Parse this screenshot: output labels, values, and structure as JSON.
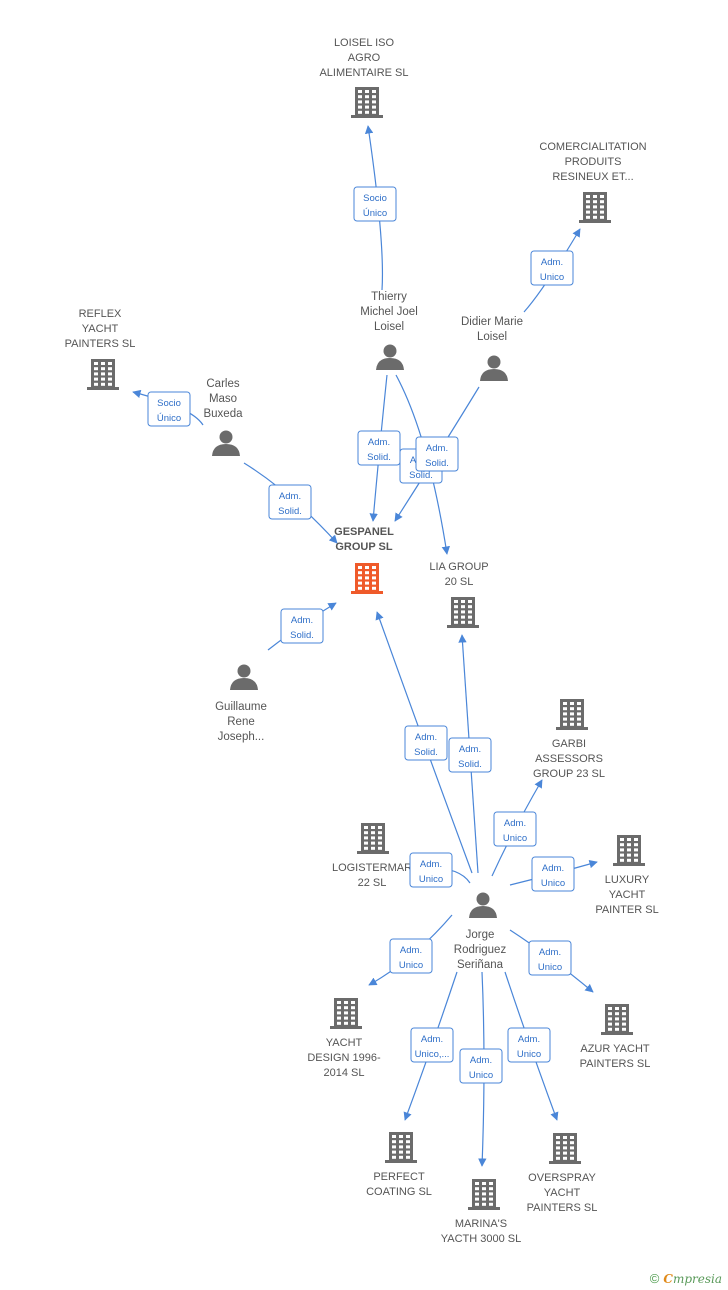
{
  "colors": {
    "edge": "#4a86d8",
    "building": "#6b6b6b",
    "building_main": "#ef5a2a",
    "person": "#6b6b6b"
  },
  "nodes": [
    {
      "id": "gespanel",
      "kind": "building",
      "main": true,
      "lines": [
        "GESPANEL",
        "GROUP SL"
      ]
    },
    {
      "id": "loisel_iso",
      "kind": "building",
      "lines": [
        "LOISEL ISO",
        "AGRO",
        "ALIMENTAIRE  SL"
      ]
    },
    {
      "id": "comercialitation",
      "kind": "building",
      "lines": [
        "COMERCIALITATION",
        "PRODUITS",
        "RESINEUX ET..."
      ]
    },
    {
      "id": "reflex",
      "kind": "building",
      "lines": [
        "REFLEX",
        "YACHT",
        "PAINTERS SL"
      ]
    },
    {
      "id": "lia",
      "kind": "building",
      "lines": [
        "LIA GROUP",
        "20  SL"
      ]
    },
    {
      "id": "garbi",
      "kind": "building",
      "lines": [
        "GARBI",
        "ASSESSORS",
        "GROUP 23  SL"
      ]
    },
    {
      "id": "logistermar",
      "kind": "building",
      "lines": [
        "LOGISTERMAR",
        "22 SL"
      ]
    },
    {
      "id": "luxury",
      "kind": "building",
      "lines": [
        "LUXURY",
        "YACHT",
        "PAINTER  SL"
      ]
    },
    {
      "id": "yacht_design",
      "kind": "building",
      "lines": [
        "YACHT",
        "DESIGN 1996-",
        "2014  SL"
      ]
    },
    {
      "id": "azur",
      "kind": "building",
      "lines": [
        "AZUR YACHT",
        "PAINTERS  SL"
      ]
    },
    {
      "id": "perfect",
      "kind": "building",
      "lines": [
        "PERFECT",
        "COATING SL"
      ]
    },
    {
      "id": "marinas",
      "kind": "building",
      "lines": [
        "MARINA'S",
        "YACTH 3000 SL"
      ]
    },
    {
      "id": "overspray",
      "kind": "building",
      "lines": [
        "OVERSPRAY",
        "YACHT",
        "PAINTERS SL"
      ]
    },
    {
      "id": "thierry",
      "kind": "person",
      "lines": [
        "Thierry",
        "Michel Joel",
        "Loisel"
      ]
    },
    {
      "id": "didier",
      "kind": "person",
      "lines": [
        "Didier Marie",
        "Loisel"
      ]
    },
    {
      "id": "carles",
      "kind": "person",
      "lines": [
        "Carles",
        "Maso",
        "Buxeda"
      ]
    },
    {
      "id": "guillaume",
      "kind": "person",
      "lines": [
        "Guillaume",
        "Rene",
        "Joseph..."
      ]
    },
    {
      "id": "jorge",
      "kind": "person",
      "lines": [
        "Jorge",
        "Rodriguez",
        "Seriñana"
      ]
    }
  ],
  "edges": [
    {
      "from": "thierry",
      "to": "loisel_iso",
      "label": [
        "Socio",
        "Único"
      ]
    },
    {
      "from": "didier",
      "to": "comercialitation",
      "label": [
        "Adm.",
        "Unico"
      ]
    },
    {
      "from": "carles",
      "to": "reflex",
      "label": [
        "Socio",
        "Único"
      ]
    },
    {
      "from": "carles",
      "to": "gespanel",
      "label": [
        "Adm.",
        "Solid."
      ]
    },
    {
      "from": "thierry",
      "to": "gespanel",
      "label": [
        "Adm.",
        "Solid."
      ]
    },
    {
      "from": "didier",
      "to": "gespanel",
      "label": [
        "Adm.",
        "Solid."
      ]
    },
    {
      "from": "thierry",
      "to": "lia",
      "label": [
        "Adm.",
        "Solid."
      ]
    },
    {
      "from": "guillaume",
      "to": "gespanel",
      "label": [
        "Adm.",
        "Solid."
      ]
    },
    {
      "from": "jorge",
      "to": "gespanel",
      "label": [
        "Adm.",
        "Solid."
      ]
    },
    {
      "from": "jorge",
      "to": "lia",
      "label": [
        "Adm.",
        "Solid."
      ]
    },
    {
      "from": "jorge",
      "to": "garbi",
      "label": [
        "Adm.",
        "Unico"
      ]
    },
    {
      "from": "jorge",
      "to": "logistermar",
      "label": [
        "Adm.",
        "Unico"
      ]
    },
    {
      "from": "jorge",
      "to": "luxury",
      "label": [
        "Adm.",
        "Unico"
      ]
    },
    {
      "from": "jorge",
      "to": "yacht_design",
      "label": [
        "Adm.",
        "Unico"
      ]
    },
    {
      "from": "jorge",
      "to": "azur",
      "label": [
        "Adm.",
        "Unico"
      ]
    },
    {
      "from": "jorge",
      "to": "perfect",
      "label": [
        "Adm.",
        "Unico,..."
      ]
    },
    {
      "from": "jorge",
      "to": "marinas",
      "label": [
        "Adm.",
        "Unico"
      ]
    },
    {
      "from": "jorge",
      "to": "overspray",
      "label": [
        "Adm.",
        "Unico"
      ]
    }
  ],
  "footer": {
    "copyright": "©",
    "brand_first": "C",
    "brand_rest": "mpresia"
  }
}
